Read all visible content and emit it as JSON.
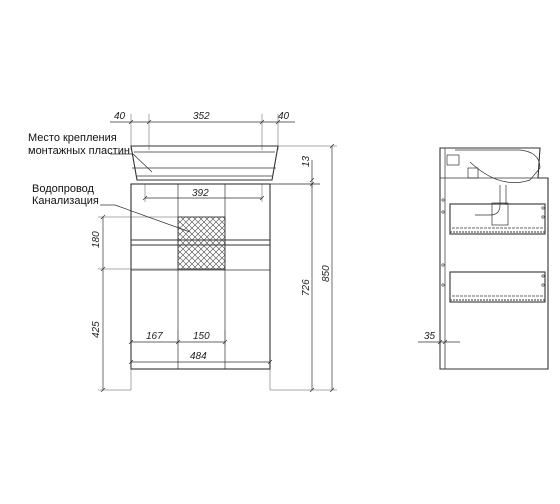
{
  "labels": {
    "mounting_line1": "Место крепления",
    "mounting_line2": "монтажных пластин",
    "pipes_line1": "Водопровод",
    "pipes_line2": "Канализация"
  },
  "dimensions": {
    "top_left": "40",
    "top_mid": "352",
    "top_right": "40",
    "mount_width": "392",
    "top_gap": "13",
    "upper_drawer": "180",
    "lower_drawer": "425",
    "cabinet_height": "726",
    "total_height": "850",
    "bottom_left": "167",
    "bottom_mid": "150",
    "bottom_width": "484",
    "side_depth": "35"
  }
}
